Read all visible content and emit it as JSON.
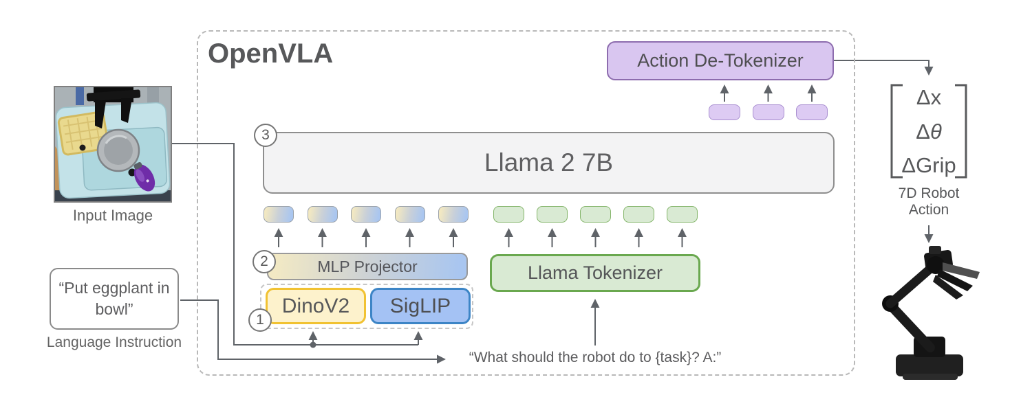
{
  "figure": {
    "title": "OpenVLA",
    "step_badges": [
      "1",
      "2",
      "3"
    ],
    "boxes": {
      "action_detokenizer": "Action De-Tokenizer",
      "llm": "Llama 2 7B",
      "mlp_projector": "MLP Projector",
      "dinov2": "DinoV2",
      "siglip": "SigLIP",
      "llama_tokenizer": "Llama Tokenizer"
    },
    "inputs": {
      "input_image_label": "Input Image",
      "language_instruction_text": "“Put eggplant in bowl”",
      "language_instruction_label": "Language Instruction"
    },
    "prompt_text": "“What should the robot do to {task}? A:”",
    "output": {
      "action_vector": [
        "Δx",
        "Δθ",
        "ΔGrip"
      ],
      "action_label": "7D Robot Action"
    },
    "tokens": {
      "vision_count": 5,
      "text_count": 5,
      "action_count": 3
    },
    "colors": {
      "purple_fill": "#d9c6f0",
      "purple_border": "#8d6cae",
      "gray_fill": "#f3f3f4",
      "gray_border": "#8e8e8e",
      "green_fill": "#d9ead3",
      "green_border": "#6aa84f",
      "yellow_fill": "#fdf2cc",
      "yellow_border": "#f1c232",
      "blue_fill": "#a4c2f4",
      "blue_border": "#3d85c6",
      "gradient_start": "#f2e9c4",
      "gradient_end": "#a9c6f0",
      "line": "#5f6368"
    }
  }
}
